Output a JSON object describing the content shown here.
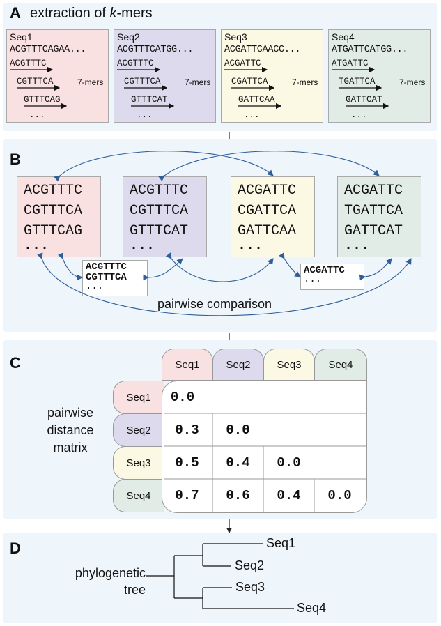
{
  "colors": {
    "panel_bg": "#eef5fb",
    "seq1": "#f9e1e1",
    "seq2": "#dcdaec",
    "seq3": "#fbf8e3",
    "seq4": "#e2ece6",
    "arrow": "#2f5e99"
  },
  "panelA": {
    "label": "A",
    "title_prefix": "extraction of ",
    "title_italic": "k",
    "title_suffix": "-mers",
    "seqs": [
      {
        "name": "Seq1",
        "sequence": "ACGTTTCAGAA...",
        "kmers": [
          "ACGTTTC",
          "CGTTTCA",
          "GTTTCAG"
        ],
        "more": "...",
        "kmer_label": "7-mers"
      },
      {
        "name": "Seq2",
        "sequence": "ACGTTTCATGG...",
        "kmers": [
          "ACGTTTC",
          "CGTTTCA",
          "GTTTCAT"
        ],
        "more": "...",
        "kmer_label": "7-mers"
      },
      {
        "name": "Seq3",
        "sequence": "ACGATTCAACC...",
        "kmers": [
          "ACGATTC",
          "CGATTCA",
          "GATTCAA"
        ],
        "more": "...",
        "kmer_label": "7-mers"
      },
      {
        "name": "Seq4",
        "sequence": "ATGATTCATGG...",
        "kmers": [
          "ATGATTC",
          "TGATTCA",
          "GATTCAT"
        ],
        "more": "...",
        "kmer_label": "7-mers"
      }
    ]
  },
  "panelB": {
    "label": "B",
    "boxes": [
      {
        "kmers": [
          "ACGTTTC",
          "CGTTTCA",
          "GTTTCAG"
        ],
        "more": "..."
      },
      {
        "kmers": [
          "ACGTTTC",
          "CGTTTCA",
          "GTTTCAT"
        ],
        "more": "..."
      },
      {
        "kmers": [
          "ACGATTC",
          "CGATTCA",
          "GATTCAA"
        ],
        "more": "..."
      },
      {
        "kmers": [
          "ACGATTC",
          "TGATTCA",
          "GATTCAT"
        ],
        "more": "..."
      }
    ],
    "shared_12": [
      "ACGTTTC",
      "CGTTTCA",
      "..."
    ],
    "shared_34": [
      "ACGATTC",
      "..."
    ],
    "caption": "pairwise comparison"
  },
  "panelC": {
    "label": "C",
    "side_label": [
      "pairwise",
      "distance",
      "matrix"
    ],
    "headers": [
      "Seq1",
      "Seq2",
      "Seq3",
      "Seq4"
    ],
    "rows": [
      [
        "0.0",
        "",
        "",
        ""
      ],
      [
        "0.3",
        "0.0",
        "",
        ""
      ],
      [
        "0.5",
        "0.4",
        "0.0",
        ""
      ],
      [
        "0.7",
        "0.6",
        "0.4",
        "0.0"
      ]
    ]
  },
  "panelD": {
    "label": "D",
    "side_label": [
      "phylogenetic",
      "tree"
    ],
    "leaves": [
      "Seq1",
      "Seq2",
      "Seq3",
      "Seq4"
    ]
  }
}
